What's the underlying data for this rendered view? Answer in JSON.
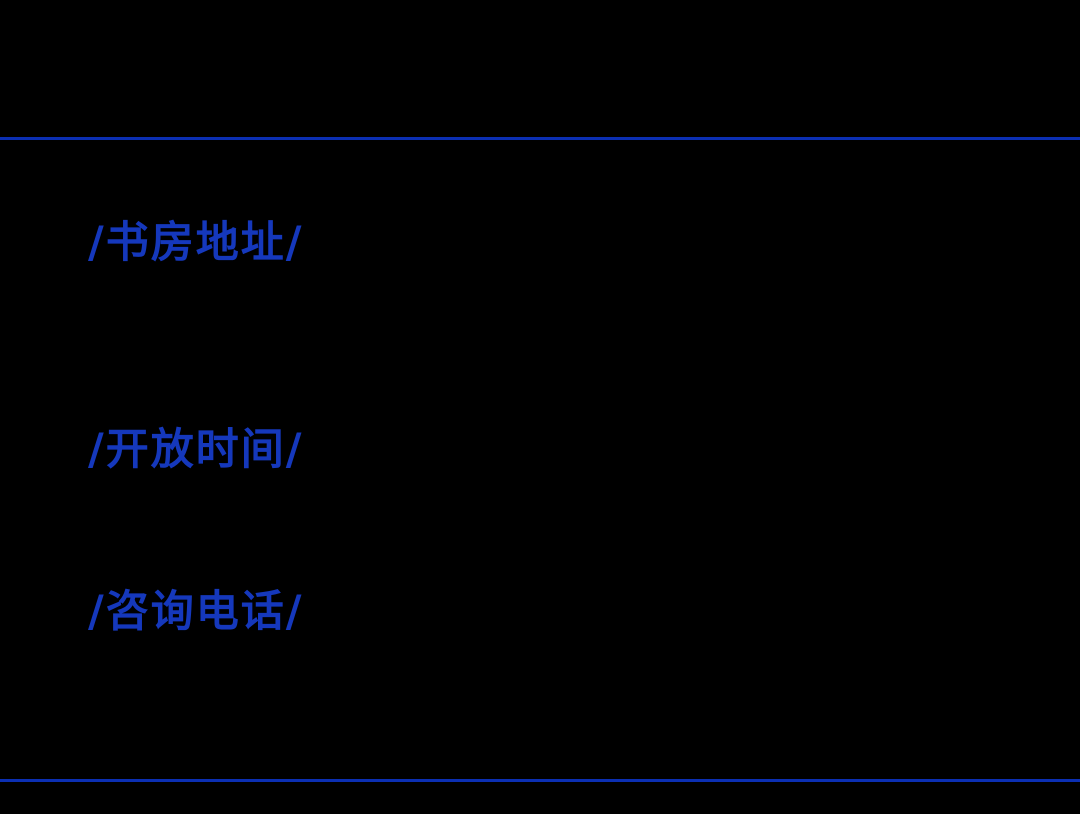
{
  "page": {
    "background_color": "#000000",
    "divider_color": "#0b2fb3",
    "heading_color": "#1538bc"
  },
  "sections": {
    "address": {
      "heading": "/书房地址/"
    },
    "hours": {
      "heading": "/开放时间/"
    },
    "phone": {
      "heading": "/咨询电话/"
    }
  }
}
